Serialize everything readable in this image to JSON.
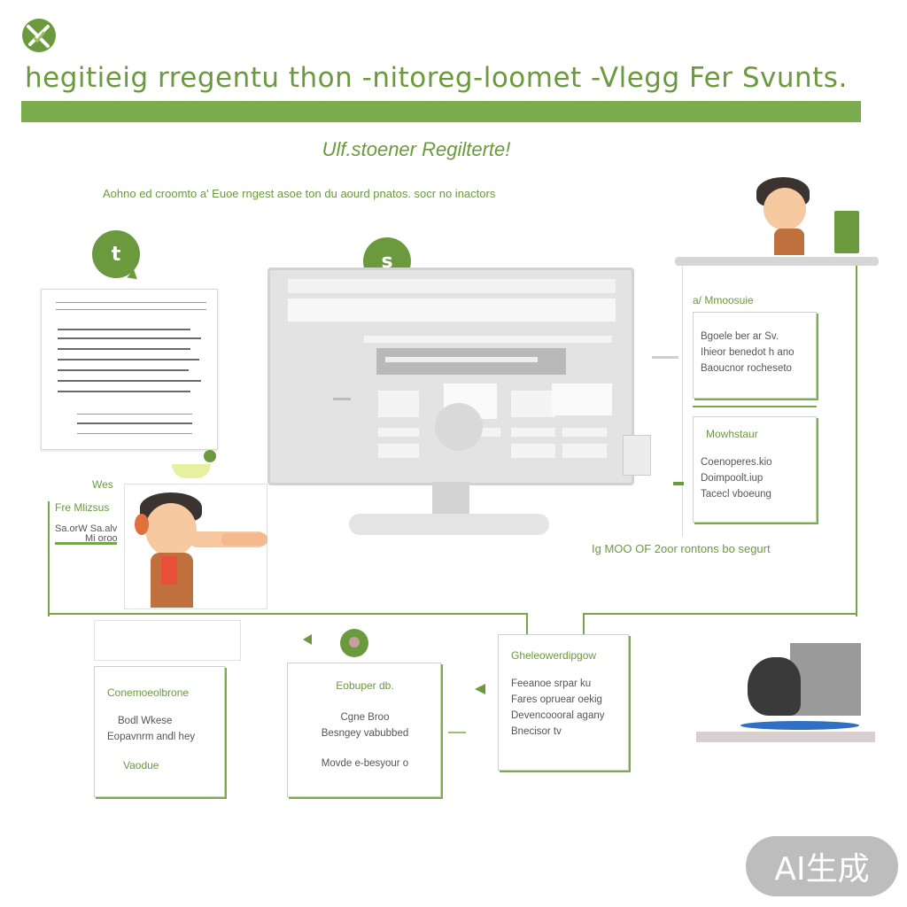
{
  "header": {
    "logo_icon": "crossed-tools-icon",
    "title": "hegitieig rregentu thon -nitoreg-loomet -Vlegg Fer Svunts.",
    "subtitle": "Ulf.stoener Regilterte!",
    "intro": "Aohno ed croomto a' Euoe rngest asoe ton du aourd pnatos. socr no inactors"
  },
  "steps": {
    "step1_badge": "t",
    "step2_badge": "s"
  },
  "left_panel": {
    "heading1": "Wes",
    "heading2": "Fre Mlizsus",
    "line1": "Sa.orW Sa.alv",
    "line2": "Mi oroo"
  },
  "right_panel": {
    "header": "a/ Mmoosuie",
    "card1": [
      "Bgoele ber ar Sv.",
      "Ihieor benedot h ano",
      "Baoucnor rocheseto"
    ],
    "card2_title": "Mowhstaur",
    "card2": [
      "Coenoperes.kio",
      "Doimpoolt.iup",
      "Tacecl vboeung"
    ],
    "caption": "Ig MOO OF 2oor rontons bo segurt"
  },
  "bottom": {
    "card1_title": "Conemoeolbrone",
    "card1": [
      "Bodl Wkese",
      "Eopavnrm andl hey",
      "Vaodue"
    ],
    "card2_title": "Eobuper db.",
    "card2": [
      "Cgne Broo",
      "Besngey vabubbed",
      "Movde e-besyour o"
    ],
    "card3_title": "Gheleowerdipgow",
    "card3": [
      "Feeanoe srpar ku",
      "Fares opruear oekig",
      "Devencoooral agany",
      "Bnecisor tv"
    ]
  },
  "badge": {
    "label": "AI生成"
  },
  "colors": {
    "accent": "#6a9a3c",
    "bar": "#7aab4c"
  }
}
